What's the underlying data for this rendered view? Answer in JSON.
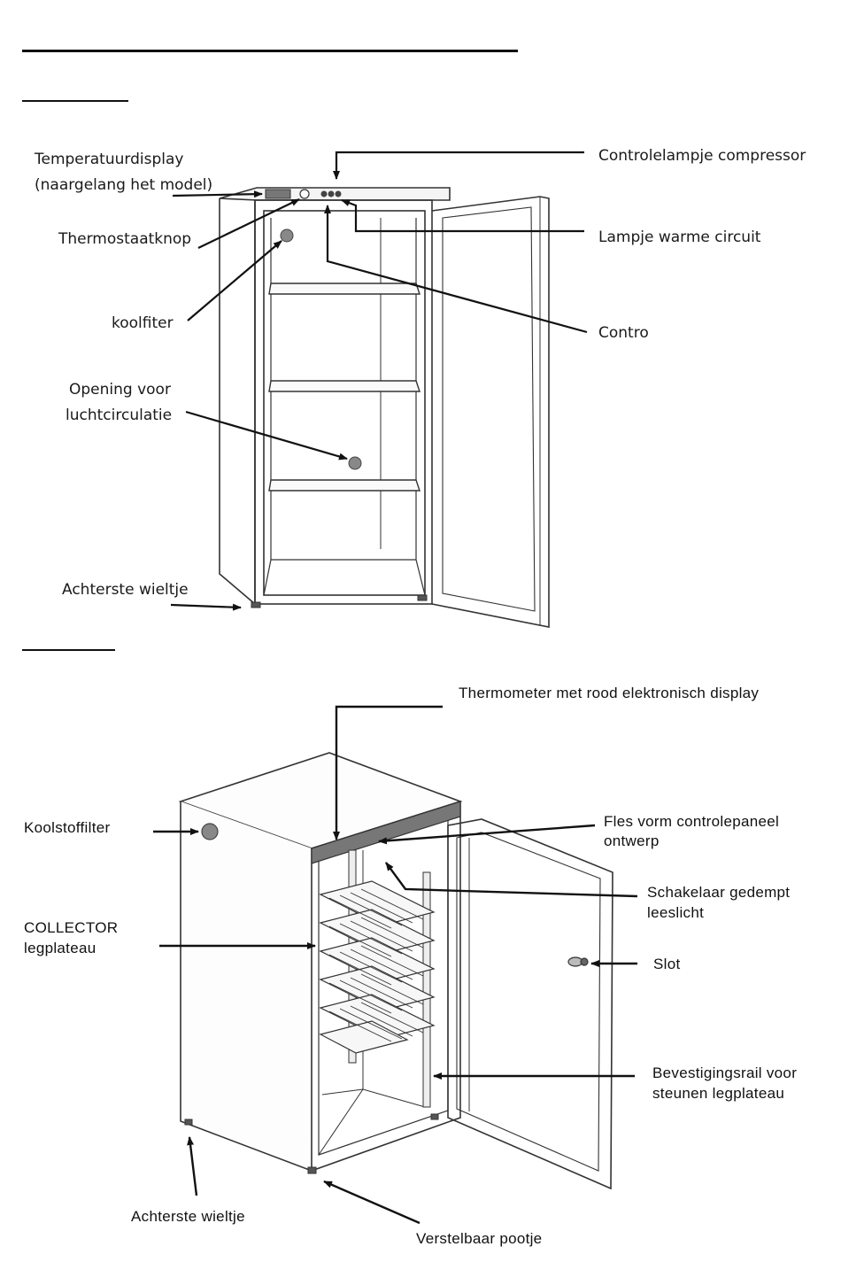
{
  "figure1": {
    "labels": {
      "temperatuurdisplay_1": "Temperatuurdisplay",
      "temperatuurdisplay_2": "(naargelang het model)",
      "thermostaatknop": "Thermostaatknop",
      "koolfilter": "koolfiter",
      "opening_1": "Opening voor",
      "opening_2": "luchtcirculatie",
      "achterste_wieltje": "Achterste wieltje",
      "controlelampje_compressor": "Controlelampje compressor",
      "lampje_warme_circuit": "Lampje warme circuit",
      "contro": "Contro"
    }
  },
  "figure2": {
    "labels": {
      "thermometer": "Thermometer met rood elektronisch display",
      "koolstoffilter": "Koolstoffilter",
      "fles_vorm_1": "Fles vorm controlepaneel",
      "fles_vorm_2": "ontwerp",
      "schakelaar_1": "Schakelaar gedempt",
      "schakelaar_2": "leeslicht",
      "collector_1": "COLLECTOR",
      "collector_2": "legplateau",
      "slot": "Slot",
      "bevestigingsrail_1": "Bevestigingsrail voor",
      "bevestigingsrail_2": "steunen legplateau",
      "achterste_wieltje": "Achterste wieltje",
      "verstelbaar_pootje": "Verstelbaar pootje"
    }
  },
  "colors": {
    "line": "#222222",
    "panel": "#777777",
    "knob": "#888888"
  }
}
